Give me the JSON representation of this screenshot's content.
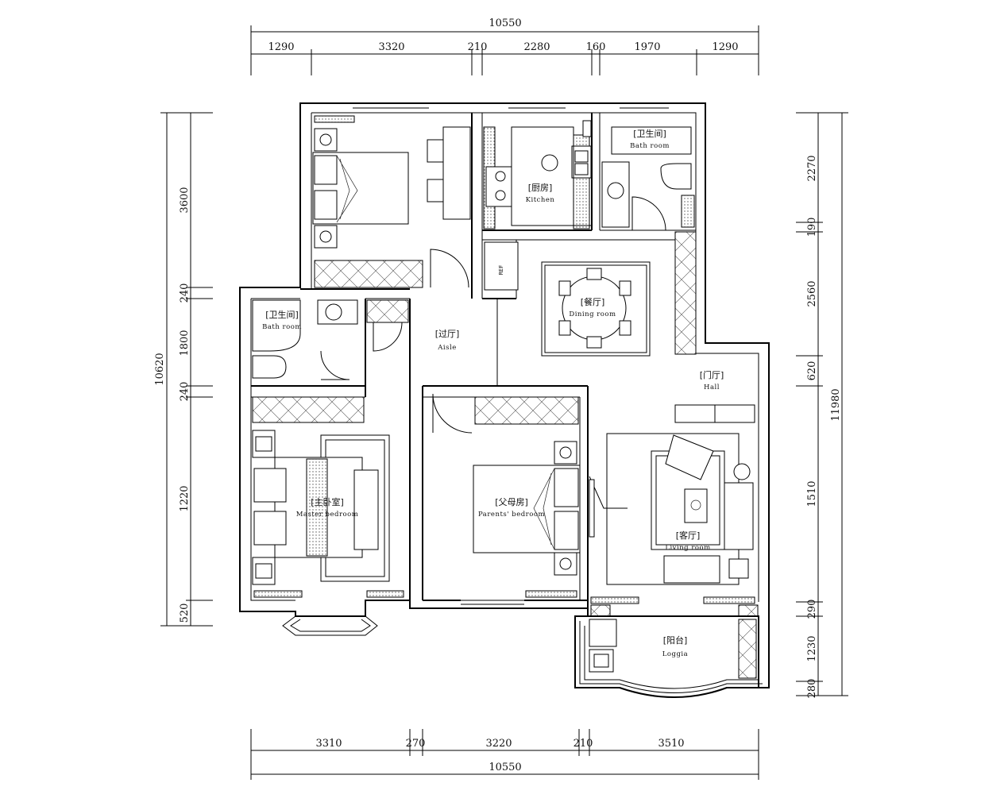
{
  "dimensions": {
    "top_total": "10550",
    "top": [
      "1290",
      "3320",
      "210",
      "2280",
      "160",
      "1970",
      "1290"
    ],
    "bottom_total": "10550",
    "bottom": [
      "3310",
      "270",
      "3220",
      "210",
      "3510"
    ],
    "left_total": "10620",
    "left": [
      "3600",
      "240",
      "1800",
      "240",
      "1220",
      "520"
    ],
    "right_total": "11980",
    "right": [
      "2270",
      "190",
      "2560",
      "620",
      "1510",
      "290",
      "1230",
      "280"
    ]
  },
  "rooms": {
    "kitchen": {
      "cn": "[厨房]",
      "en": "Kitchen"
    },
    "bath_top": {
      "cn": "[卫生间]",
      "en": "Bath room"
    },
    "bath_left": {
      "cn": "[卫生间]",
      "en": "Bath room"
    },
    "dining": {
      "cn": "[餐厅]",
      "en": "Dining room"
    },
    "aisle": {
      "cn": "[过厅]",
      "en": "Aisle"
    },
    "hall": {
      "cn": "[门厅]",
      "en": "Hall"
    },
    "master": {
      "cn": "[主卧室]",
      "en": "Master bedroom"
    },
    "parents": {
      "cn": "[父母房]",
      "en": "Parents' bedroom"
    },
    "living": {
      "cn": "[客厅]",
      "en": "Living room"
    },
    "loggia": {
      "cn": "[阳台]",
      "en": "Loggia"
    }
  },
  "fridge_label": "REF"
}
